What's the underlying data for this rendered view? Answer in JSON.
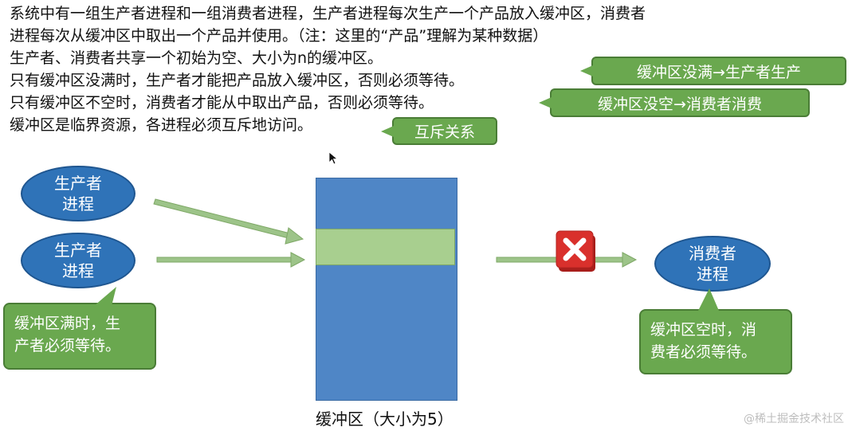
{
  "intro_lines": [
    "系统中有一组生产者进程和一组消费者进程，生产者进程每次生产一个产品放入缓冲区，消费者",
    "进程每次从缓冲区中取出一个产品并使用。（注：这里的“产品”理解为某种数据）",
    "生产者、消费者共享一个初始为空、大小为n的缓冲区。",
    "只有缓冲区没满时，生产者才能把产品放入缓冲区，否则必须等待。",
    "只有缓冲区不空时，消费者才能从中取出产品，否则必须等待。",
    "缓冲区是临界资源，各进程必须互斥地访问。"
  ],
  "callouts": {
    "not_full": "缓冲区没满→生产者生产",
    "not_empty": "缓冲区没空→消费者消费",
    "mutex": "互斥关系"
  },
  "producers": [
    {
      "line1": "生产者",
      "line2": "进程"
    },
    {
      "line1": "生产者",
      "line2": "进程"
    }
  ],
  "consumer": {
    "line1": "消费者",
    "line2": "进程"
  },
  "notes": {
    "producer_wait": [
      "缓冲区满时，生",
      "产者必须等待。"
    ],
    "consumer_wait": [
      "缓冲区空时，消",
      "费者必须等待。"
    ]
  },
  "buffer_caption": "缓冲区（大小为5）",
  "watermark": "@稀土掘金技术社区",
  "colors": {
    "process_blue": "#2f73b8",
    "buffer_blue": "#4f86c6",
    "slot_green": "#a8cf8f",
    "callout_green": "#6aa84f",
    "cross_red": "#d9302c"
  }
}
